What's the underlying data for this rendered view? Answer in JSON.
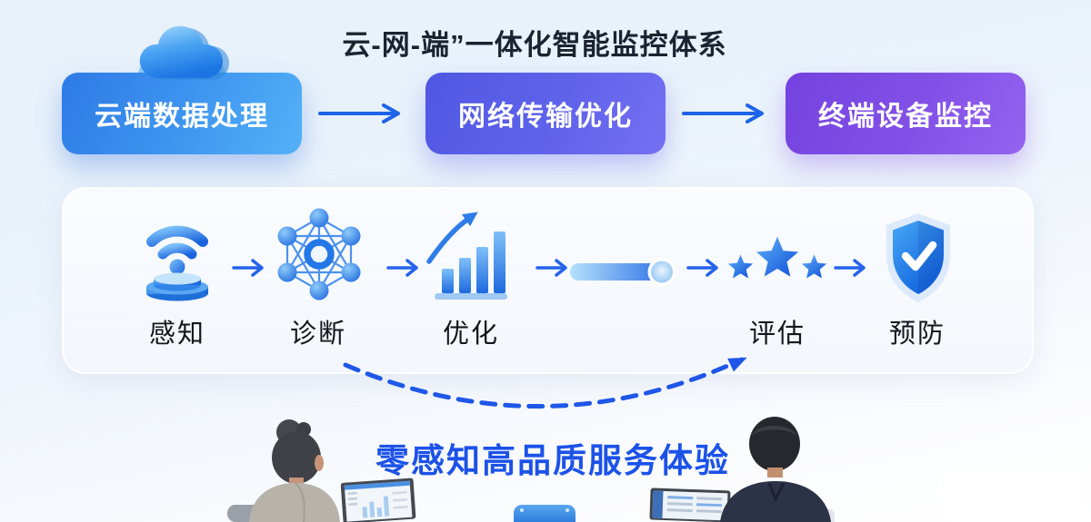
{
  "title": "云-网-端”一体化智能监控体系",
  "top_flow": {
    "nodes": [
      {
        "label": "云端数据处理",
        "color": "#2e7ae6"
      },
      {
        "label": "网络传输优化",
        "color": "#5a5ee8"
      },
      {
        "label": "终端设备监控",
        "color": "#7e4ce6"
      }
    ]
  },
  "process_flow": {
    "steps": [
      {
        "label": "感知",
        "icon": "wifi-sensor-icon"
      },
      {
        "label": "诊断",
        "icon": "network-graph-icon"
      },
      {
        "label": "优化",
        "icon": "growth-chart-icon"
      },
      {
        "label": "",
        "icon": "slider-icon"
      },
      {
        "label": "评估",
        "icon": "star-rating-icon"
      },
      {
        "label": "预防",
        "icon": "shield-check-icon"
      }
    ]
  },
  "caption": "零感知高品质服务体验",
  "colors": {
    "arrow": "#2563eb",
    "caption_text": "#1c52e8",
    "label_text": "#14161c",
    "background_top": "#e7f1fa",
    "background_bottom": "#ffffff"
  }
}
